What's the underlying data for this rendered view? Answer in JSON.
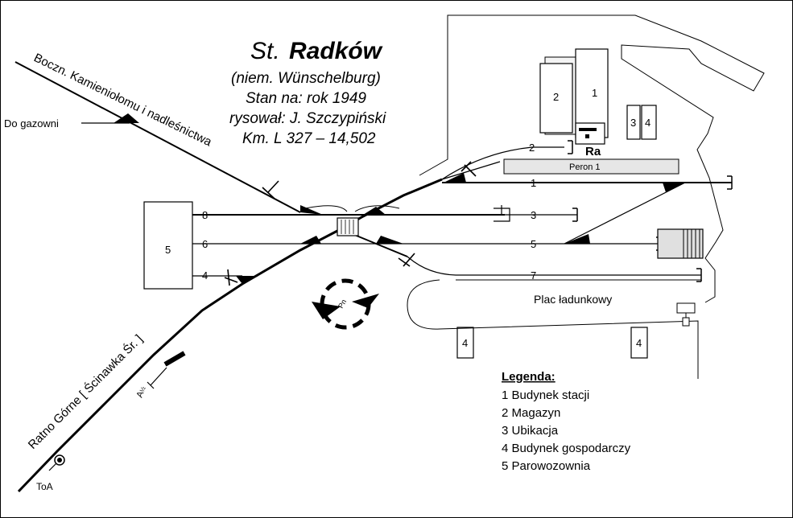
{
  "title": {
    "prefix": "St.",
    "name": "Radków",
    "subtitle": "(niem. Wünschelburg)",
    "date": "Stan na: rok 1949",
    "author": "rysował: J. Szczypiński",
    "km": "Km. L 327 – 14,502"
  },
  "labels": {
    "siding": "Boczn. Kamieniołomu i  nadleśnictwa",
    "gasworks": "Do gazowni",
    "ratno": "Ratno Górne [ Ścinawka Śr. ]",
    "platform": "Peron 1",
    "yard": "Plac ładunkowy",
    "ra": "Ra",
    "toa": "ToA",
    "signal_a": "A",
    "signal_a_sub": "½",
    "pn": "Pn"
  },
  "tracks": {
    "t1": "1",
    "t2": "2",
    "t3": "3",
    "t4": "4",
    "t5": "5",
    "t6": "6",
    "t7": "7",
    "t8": "8"
  },
  "buildings": {
    "b1": "1",
    "b2": "2",
    "b3": "3",
    "b4a": "4",
    "b5": "5",
    "b4b": "4",
    "b4c": "4"
  },
  "legend": {
    "title": "Legenda:",
    "items": [
      "1  Budynek stacji",
      "2  Magazyn",
      "3  Ubikacja",
      "4  Budynek gospodarczy",
      "5  Parowozownia"
    ]
  }
}
